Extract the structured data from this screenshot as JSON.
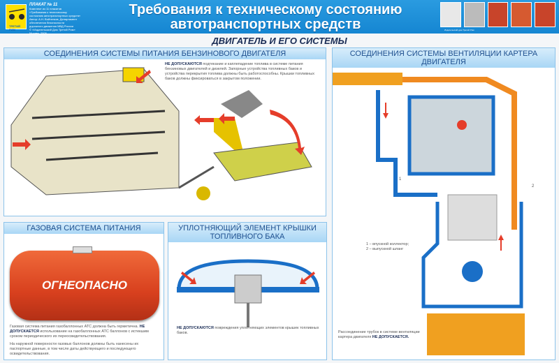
{
  "header": {
    "poster_label": "ПЛАКАТ № 11",
    "meta_lines": [
      "Комплект из 11 плакатов",
      "«Требования к техническому",
      "состоянию автотранспортных средств»",
      "Автор: А.Н. Войтенков, Департамент",
      "обеспечения безопасности",
      "дорожного движения МВД России",
      "© «Издательский Дом Третий Рим»",
      "Москва, 2009"
    ],
    "logo_text": "ТРЕТИЙ РИМ",
    "title": "Требования к техническому состоянию автотранспортных средств",
    "books_caption": "Издательский дом Третий Рим"
  },
  "subtitle": "ДВИГАТЕЛЬ И ЕГО СИСТЕМЫ",
  "fuel": {
    "title": "СОЕДИНЕНИЯ СИСТЕМЫ ПИТАНИЯ БЕНЗИНОВОГО ДВИГАТЕЛЯ",
    "bold": "НЕ ДОПУСКАЮТСЯ",
    "text": " подтекание и каплепадение топлива в системе питания бензиновых двигателей и дизелей. Запорные устройства топливных баков и устройства перекрытия топлива должны быть работоспособны. Крышки топливных баков должны фиксироваться в закрытом положении."
  },
  "vent": {
    "title": "СОЕДИНЕНИЯ СИСТЕМЫ ВЕНТИЛЯЦИИ КАРТЕРА ДВИГАТЕЛЯ",
    "legend": [
      "1 – впускной коллектор;",
      "2 – выпускной шланг"
    ],
    "callouts": [
      "1",
      "2"
    ],
    "text": "Рассоединение трубок в системе вентиляции картера двигателя ",
    "bold": "НЕ ДОПУСКАЕТСЯ."
  },
  "gas": {
    "title": "ГАЗОВАЯ СИСТЕМА ПИТАНИЯ",
    "tank_label": "ОГНЕОПАСНО",
    "p1a": "Газовая система питания газобаллонных АТС должна быть герметична. ",
    "p1bold": "НЕ ДОПУСКАЕТСЯ",
    "p1b": " использование на газобаллонных АТС баллонов с истекшим сроком периодического их переосвидетельствования.",
    "p2": "На наружной поверхности газовых баллонов должны быть нанесены их паспортные данные, в том числе даты действующего и последующего освидетельствования."
  },
  "cap": {
    "title": "УПЛОТНЯЮЩИЙ ЭЛЕМЕНТ КРЫШКИ ТОПЛИВНОГО БАКА",
    "bold": "НЕ ДОПУСКАЮТСЯ",
    "text": " повреждения уплотняющих элементов крышек топливных баков."
  }
}
